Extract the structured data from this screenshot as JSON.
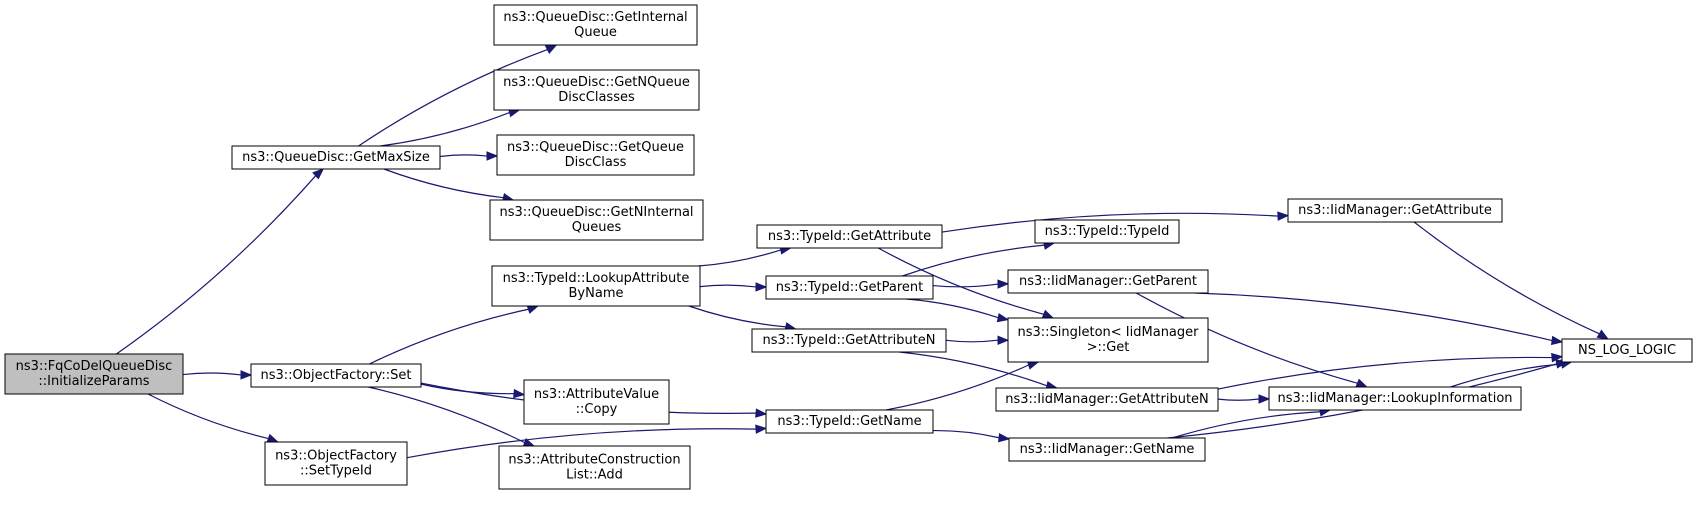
{
  "nodes": [
    {
      "id": "root",
      "lines": [
        "ns3::FqCoDelQueueDisc",
        "::InitializeParams"
      ],
      "root": true
    },
    {
      "id": "getmaxsize",
      "lines": [
        "ns3::QueueDisc::GetMaxSize"
      ]
    },
    {
      "id": "getinternalqueue",
      "lines": [
        "ns3::QueueDisc::GetInternal",
        "Queue"
      ]
    },
    {
      "id": "getnqueuediscclasses",
      "lines": [
        "ns3::QueueDisc::GetNQueue",
        "DiscClasses"
      ]
    },
    {
      "id": "getqueuediscclass",
      "lines": [
        "ns3::QueueDisc::GetQueue",
        "DiscClass"
      ]
    },
    {
      "id": "getninternalqueues",
      "lines": [
        "ns3::QueueDisc::GetNInternal",
        "Queues"
      ]
    },
    {
      "id": "of_set",
      "lines": [
        "ns3::ObjectFactory::Set"
      ]
    },
    {
      "id": "of_settypeid",
      "lines": [
        "ns3::ObjectFactory",
        "::SetTypeId"
      ]
    },
    {
      "id": "tid_lookupattr",
      "lines": [
        "ns3::TypeId::LookupAttribute",
        "ByName"
      ]
    },
    {
      "id": "av_copy",
      "lines": [
        "ns3::AttributeValue",
        "::Copy"
      ]
    },
    {
      "id": "acl_add",
      "lines": [
        "ns3::AttributeConstruction",
        "List::Add"
      ]
    },
    {
      "id": "tid_getattribute",
      "lines": [
        "ns3::TypeId::GetAttribute"
      ]
    },
    {
      "id": "tid_getparent",
      "lines": [
        "ns3::TypeId::GetParent"
      ]
    },
    {
      "id": "tid_getattributen",
      "lines": [
        "ns3::TypeId::GetAttributeN"
      ]
    },
    {
      "id": "tid_getname",
      "lines": [
        "ns3::TypeId::GetName"
      ]
    },
    {
      "id": "tid_typeid",
      "lines": [
        "ns3::TypeId::TypeId"
      ]
    },
    {
      "id": "iid_getparent",
      "lines": [
        "ns3::IidManager::GetParent"
      ]
    },
    {
      "id": "singleton_get",
      "lines": [
        "ns3::Singleton< IidManager",
        ">::Get"
      ]
    },
    {
      "id": "iid_getattributen",
      "lines": [
        "ns3::IidManager::GetAttributeN"
      ]
    },
    {
      "id": "iid_getname",
      "lines": [
        "ns3::IidManager::GetName"
      ]
    },
    {
      "id": "iid_getattribute",
      "lines": [
        "ns3::IidManager::GetAttribute"
      ]
    },
    {
      "id": "iid_lookupinfo",
      "lines": [
        "ns3::IidManager::LookupInformation"
      ]
    },
    {
      "id": "ns_log_logic",
      "lines": [
        "NS_LOG_LOGIC"
      ]
    }
  ],
  "edges": [
    {
      "from": "root",
      "to": "getmaxsize"
    },
    {
      "from": "root",
      "to": "of_set"
    },
    {
      "from": "root",
      "to": "of_settypeid"
    },
    {
      "from": "getmaxsize",
      "to": "getinternalqueue"
    },
    {
      "from": "getmaxsize",
      "to": "getnqueuediscclasses"
    },
    {
      "from": "getmaxsize",
      "to": "getqueuediscclass"
    },
    {
      "from": "getmaxsize",
      "to": "getninternalqueues"
    },
    {
      "from": "of_set",
      "to": "tid_lookupattr"
    },
    {
      "from": "of_set",
      "to": "av_copy"
    },
    {
      "from": "of_set",
      "to": "acl_add"
    },
    {
      "from": "of_set",
      "to": "tid_getname"
    },
    {
      "from": "of_settypeid",
      "to": "tid_getname"
    },
    {
      "from": "tid_lookupattr",
      "to": "tid_getattribute"
    },
    {
      "from": "tid_lookupattr",
      "to": "tid_getparent"
    },
    {
      "from": "tid_lookupattr",
      "to": "tid_getattributen"
    },
    {
      "from": "tid_getattribute",
      "to": "iid_getattribute"
    },
    {
      "from": "tid_getattribute",
      "to": "singleton_get"
    },
    {
      "from": "tid_getparent",
      "to": "tid_typeid"
    },
    {
      "from": "tid_getparent",
      "to": "iid_getparent"
    },
    {
      "from": "tid_getparent",
      "to": "singleton_get"
    },
    {
      "from": "tid_getattributen",
      "to": "singleton_get"
    },
    {
      "from": "tid_getattributen",
      "to": "iid_getattributen"
    },
    {
      "from": "tid_getname",
      "to": "singleton_get"
    },
    {
      "from": "tid_getname",
      "to": "iid_getname"
    },
    {
      "from": "iid_getattribute",
      "to": "ns_log_logic"
    },
    {
      "from": "iid_getparent",
      "to": "ns_log_logic"
    },
    {
      "from": "iid_getparent",
      "to": "iid_lookupinfo"
    },
    {
      "from": "iid_getattributen",
      "to": "ns_log_logic"
    },
    {
      "from": "iid_getattributen",
      "to": "iid_lookupinfo"
    },
    {
      "from": "iid_getname",
      "to": "iid_lookupinfo"
    },
    {
      "from": "iid_getname",
      "to": "ns_log_logic"
    },
    {
      "from": "iid_lookupinfo",
      "to": "ns_log_logic"
    }
  ]
}
